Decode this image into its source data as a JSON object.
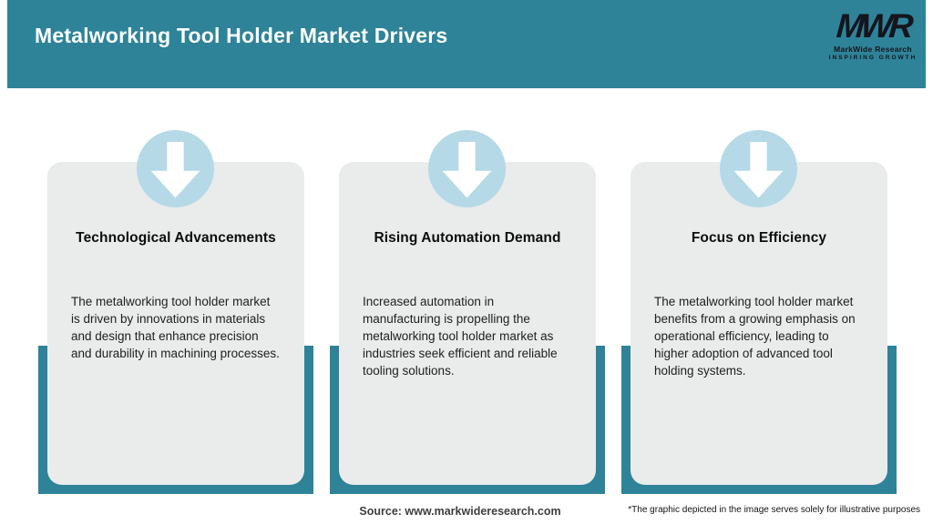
{
  "header": {
    "title": "Metalworking Tool Holder Market Drivers",
    "logo": {
      "acronym": "MWR",
      "name": "MarkWide Research",
      "tagline": "INSPIRING GROWTH"
    }
  },
  "cards": [
    {
      "icon": "down-arrow-icon",
      "title": "Technological Advancements",
      "description": "The metalworking tool holder market is driven by innovations in materials and design that enhance precision and durability in machining processes."
    },
    {
      "icon": "down-arrow-icon",
      "title": "Rising Automation Demand",
      "description": "Increased automation in manufacturing is propelling the metalworking tool holder market as industries seek efficient and reliable tooling solutions."
    },
    {
      "icon": "down-arrow-icon",
      "title": "Focus on Efficiency",
      "description": "The metalworking tool holder market benefits from a growing emphasis on operational efficiency, leading to higher adoption of advanced tool holding systems."
    }
  ],
  "footer": {
    "source": "Source: www.markwideresearch.com",
    "disclaimer": "*The graphic depicted in the image serves solely for illustrative purposes"
  },
  "colors": {
    "teal": "#2e8398",
    "circle": "#b5d9e6",
    "card_bg": "#e9eceb",
    "logo_ink": "#15151d"
  }
}
